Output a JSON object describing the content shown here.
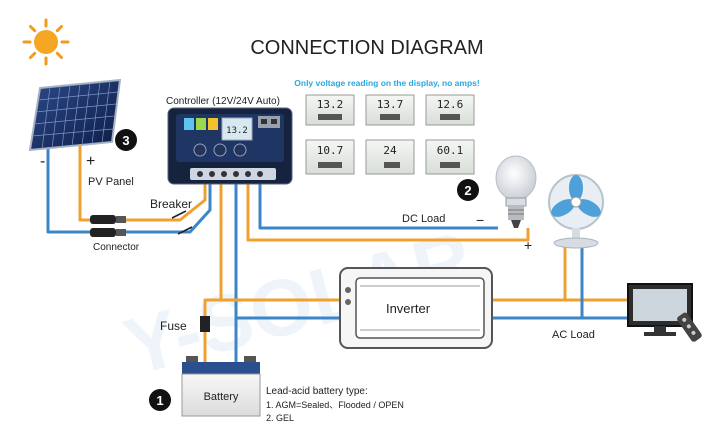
{
  "title": "CONNECTION DIAGRAM",
  "subtitle": "Only voltage reading on the display, no amps!",
  "controller": {
    "label": "Controller (12V/24V Auto)",
    "screen_reading": "13.2",
    "readings": [
      "13.2",
      "13.7",
      "12.6",
      "10.7",
      "24",
      "60.1"
    ]
  },
  "pv_panel": {
    "label": "PV Panel",
    "minus": "-",
    "plus": "+",
    "step": "3"
  },
  "breaker": {
    "label": "Breaker"
  },
  "connector": {
    "label": "Connector"
  },
  "fuse": {
    "label": "Fuse"
  },
  "battery": {
    "label": "Battery",
    "step": "1",
    "type_heading": "Lead-acid battery type:",
    "type_line1": "1. AGM=Sealed、Flooded / OPEN",
    "type_line2": "2. GEL"
  },
  "dc_load": {
    "label": "DC Load",
    "step": "2",
    "minus": "−",
    "plus": "+"
  },
  "inverter": {
    "label": "Inverter"
  },
  "ac_load": {
    "label": "AC Load"
  },
  "watermark": "Y-SOLAR",
  "colors": {
    "positive_wire": "#f0a030",
    "negative_wire": "#3c86c8",
    "title_blue": "#2aa7e0",
    "controller_body": "#1a2a4a"
  }
}
